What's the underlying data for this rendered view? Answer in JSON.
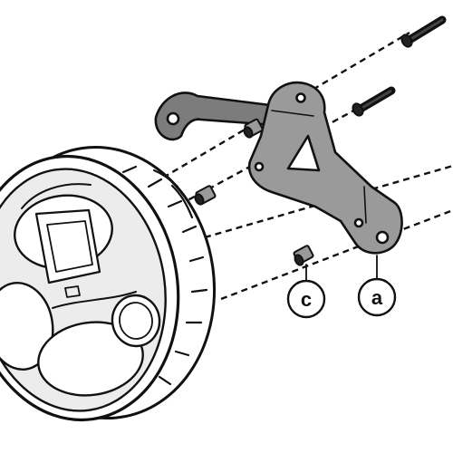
{
  "colors": {
    "ink": "#111111",
    "bracket_fill": "#9a9a9a",
    "bracket_shade": "#7c7c7c",
    "lamp_fill": "#ffffff",
    "reflector_fill": "#ececec",
    "bolt_fill": "#222222",
    "background": "#ffffff"
  },
  "callouts": {
    "a": "a",
    "c": "c"
  },
  "icons": {
    "headlamp": "round-led-headlamp",
    "bracket": "mounting-bracket",
    "bolt": "long-bolt",
    "spacer": "spacer-nut"
  }
}
